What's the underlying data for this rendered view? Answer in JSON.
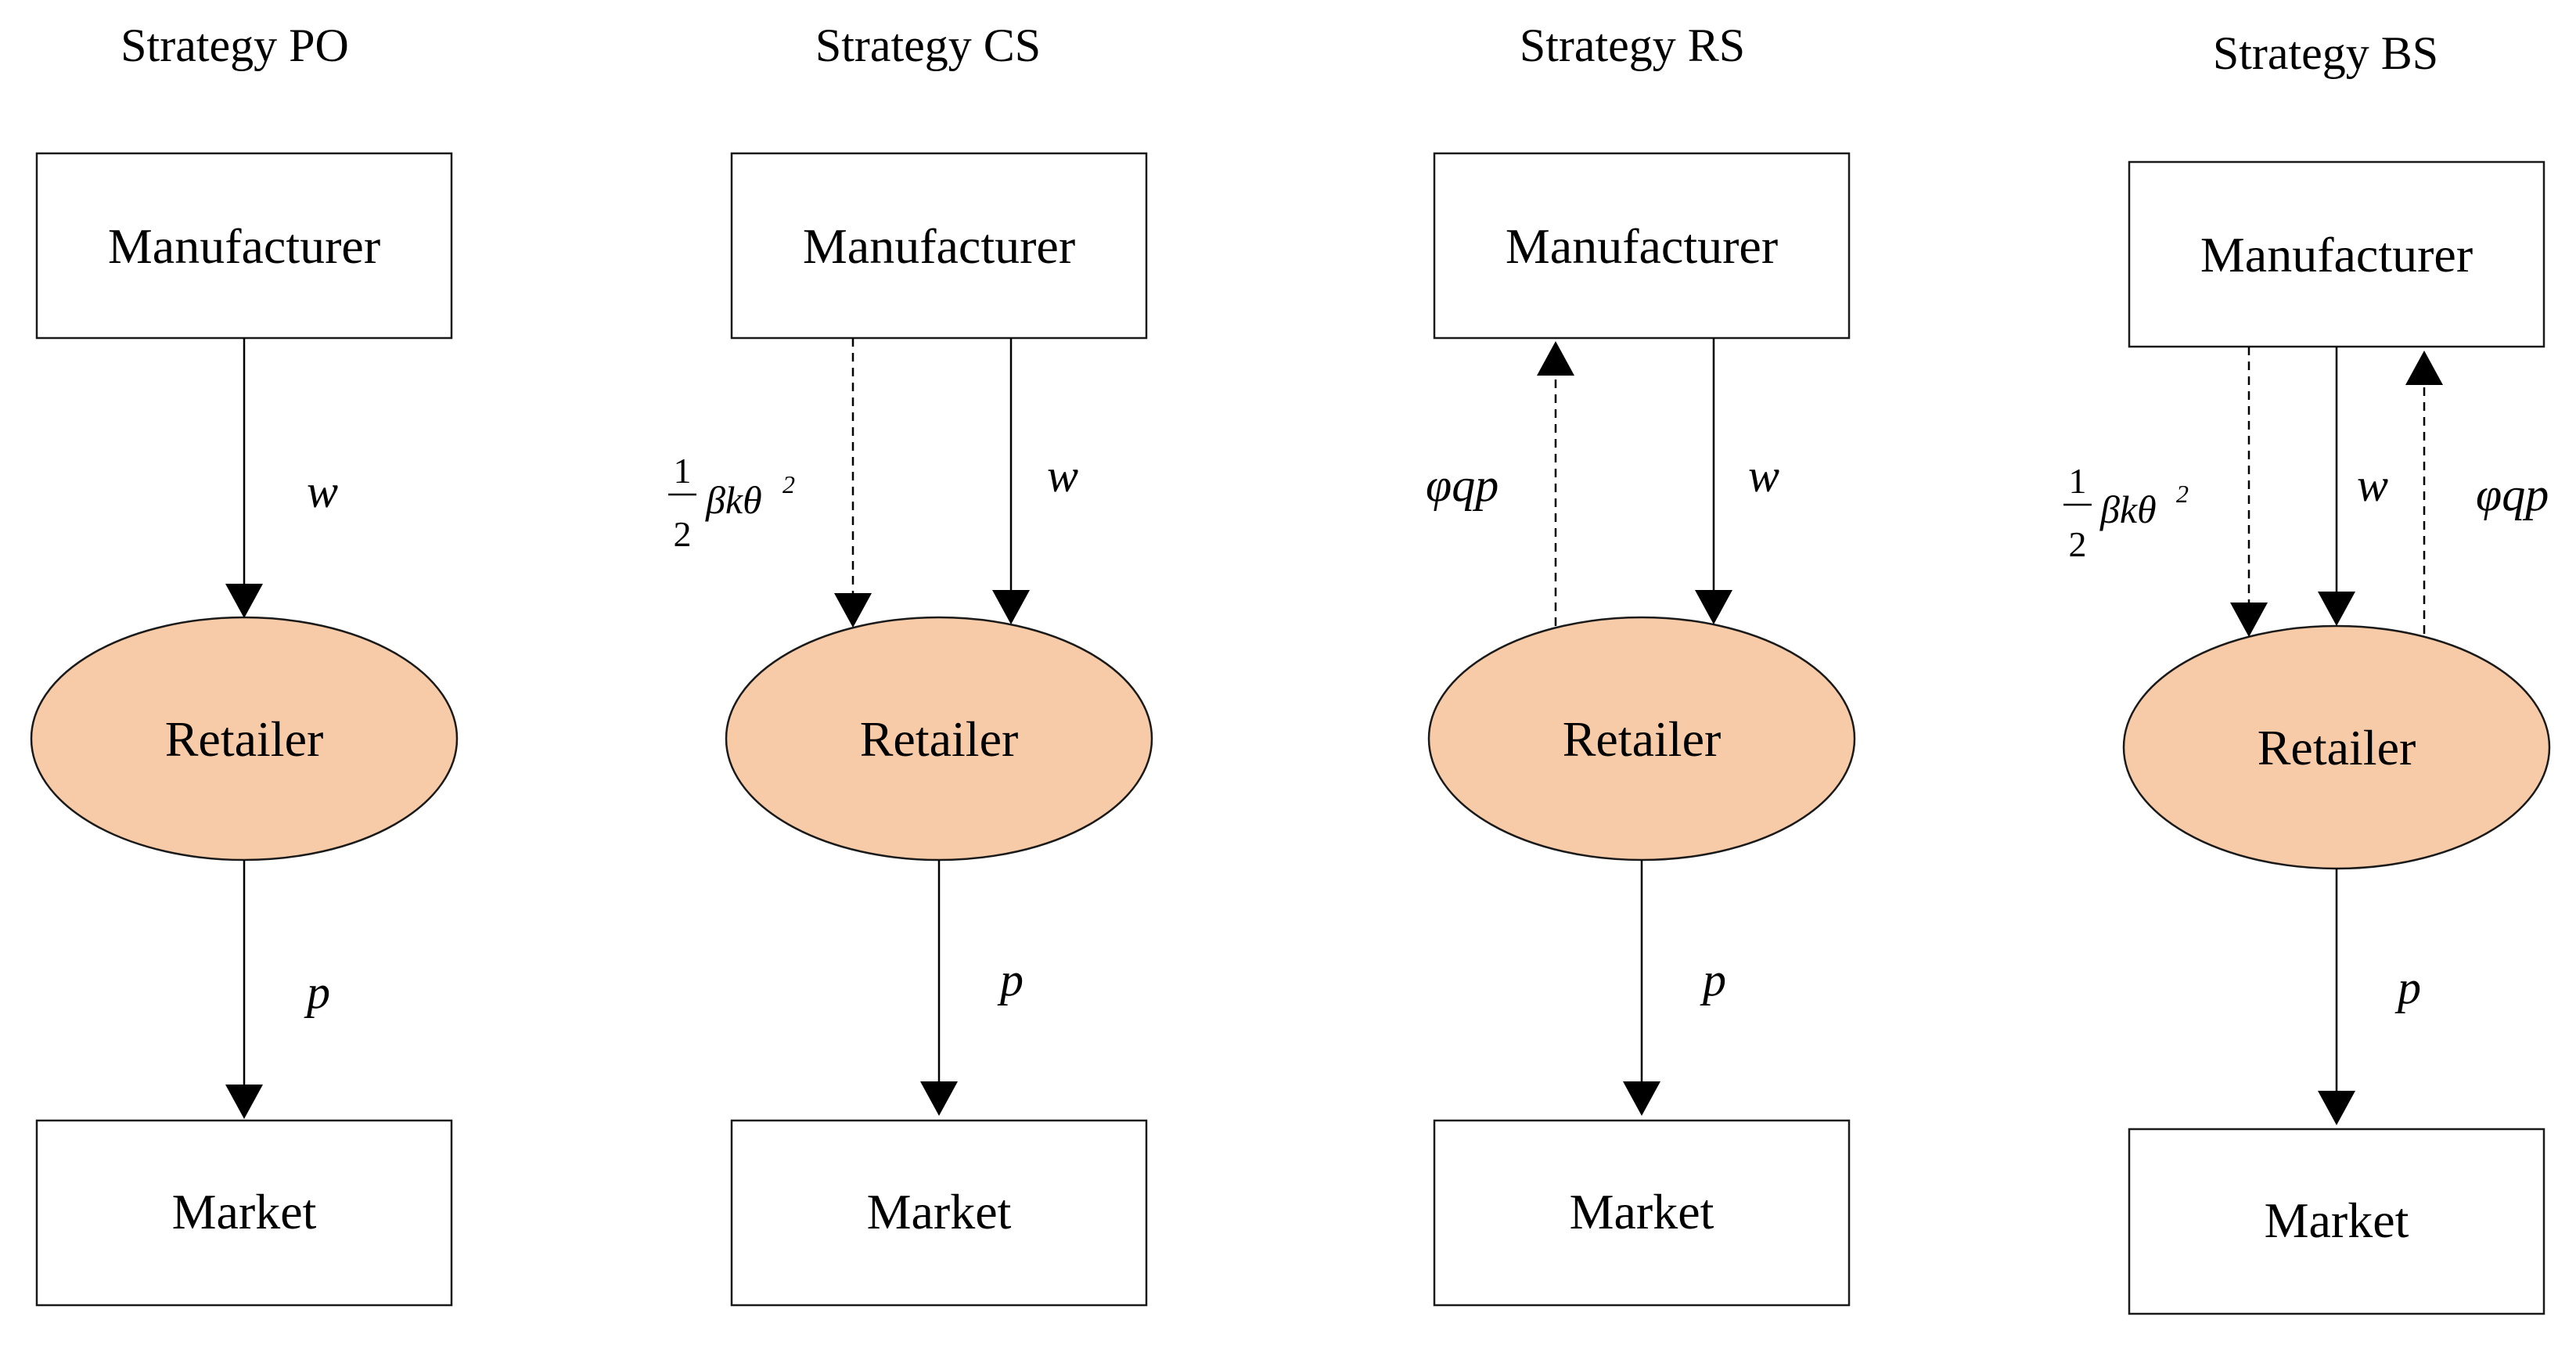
{
  "strategies": [
    {
      "title": "Strategy PO",
      "top": "Manufacturer",
      "middle": "Retailer",
      "bottom": "Market",
      "wholesale_label": "w",
      "price_label": "p"
    },
    {
      "title": "Strategy CS",
      "top": "Manufacturer",
      "middle": "Retailer",
      "bottom": "Market",
      "wholesale_label": "w",
      "price_label": "p",
      "cost_label": {
        "num": "1",
        "den": "2",
        "expr": "βkθ",
        "sup": "2"
      }
    },
    {
      "title": "Strategy RS",
      "top": "Manufacturer",
      "middle": "Retailer",
      "bottom": "Market",
      "wholesale_label": "w",
      "price_label": "p",
      "revenue_label": "φqp"
    },
    {
      "title": "Strategy BS",
      "top": "Manufacturer",
      "middle": "Retailer",
      "bottom": "Market",
      "wholesale_label": "w",
      "price_label": "p",
      "cost_label": {
        "num": "1",
        "den": "2",
        "expr": "βkθ",
        "sup": "2"
      },
      "revenue_label": "φqp"
    }
  ],
  "colors": {
    "retailer_fill": "#f8cba8",
    "stroke": "#1a1a1a"
  }
}
